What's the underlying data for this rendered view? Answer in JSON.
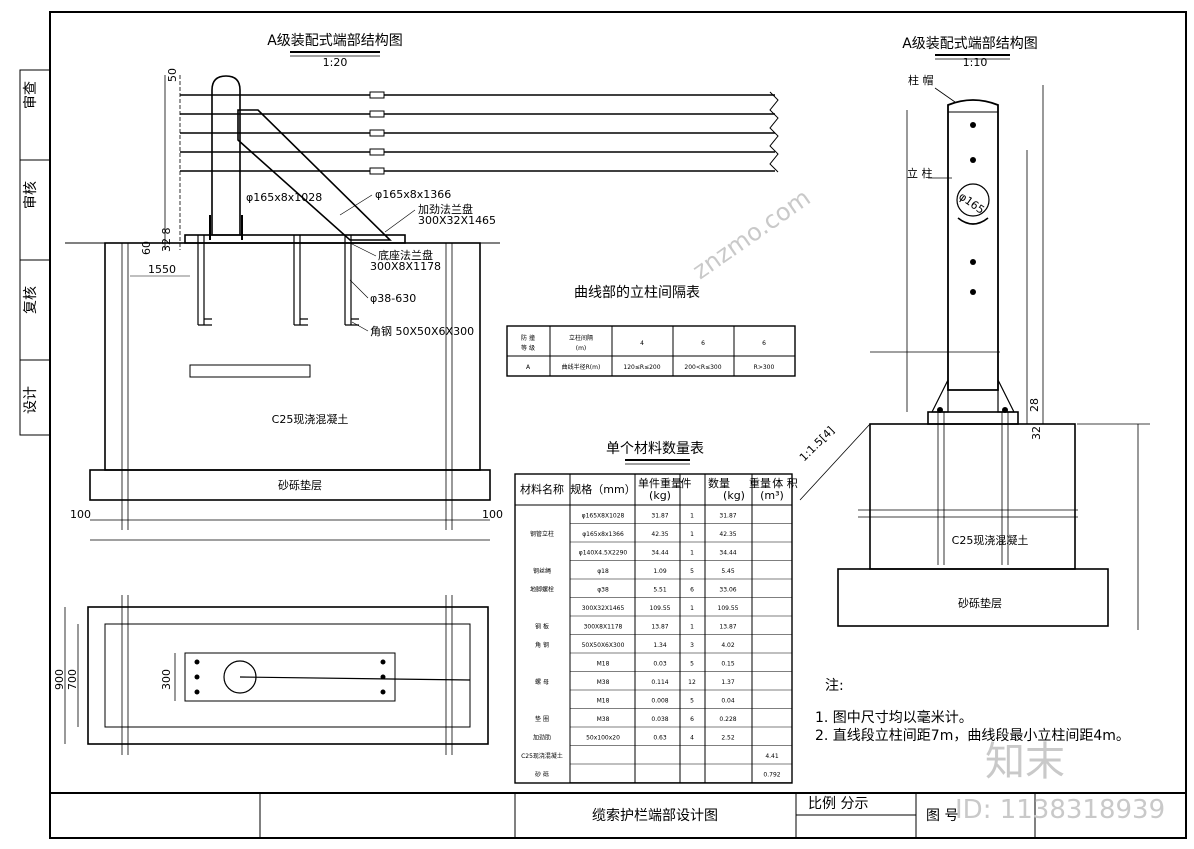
{
  "sidebar": {
    "labels": [
      "审查",
      "审核",
      "复核",
      "设计"
    ]
  },
  "left_view": {
    "title": "A级装配式端部结构图",
    "scale": "1:20",
    "dim_50": "50",
    "dim_60": "60",
    "dim_32_8": "32 8",
    "dim_1550": "1550",
    "dim_100_left": "100",
    "dim_100_right": "100",
    "label_post1": "φ165x8x1028",
    "label_post2": "φ165x8x1366",
    "label_flange": "加劲法兰盘",
    "label_flange_size": "300X32X1465",
    "label_base_flange": "底座法兰盘",
    "label_base_size": "300X8X1178",
    "label_bolt": "φ38-630",
    "label_angle": "角钢 50X50X6X300",
    "concrete": "C25现浇混凝土",
    "gravel": "砂砾垫层",
    "plan_dim_900": "900",
    "plan_dim_700": "700",
    "plan_dim_300": "300"
  },
  "right_view": {
    "title": "A级装配式端部结构图",
    "scale": "1:10",
    "cap": "柱 帽",
    "post": "立 柱",
    "diameter": "φ165",
    "dim_28": "28",
    "dim_32": "32",
    "slope": "1:1.5[4]",
    "concrete": "C25现浇混凝土",
    "gravel": "砂砾垫层"
  },
  "spacing_table": {
    "title": "曲线部的立柱间隔表",
    "h1a": "防 撞",
    "h1b": "等 级",
    "h2a": "立柱间隔",
    "h2b": "(m)",
    "cols": [
      "4",
      "6",
      "6"
    ],
    "row_grade": "A",
    "row_label": "曲线半径R(m)",
    "row_vals": [
      "120≤R≤200",
      "200<R≤300",
      "R>300"
    ]
  },
  "material_table": {
    "title": "单个材料数量表",
    "headers": [
      "材料名称",
      "规格（mm）",
      "单件重量",
      "(kg)",
      "件",
      "数量",
      "重量",
      "(kg)",
      "体 积",
      "(m³)"
    ],
    "rows": [
      {
        "name": "",
        "spec": "φ165X8X1028",
        "unit": "31.87",
        "qty": "1",
        "weight": "31.87",
        "vol": ""
      },
      {
        "name": "钢管立柱",
        "spec": "φ165x8x1366",
        "unit": "42.35",
        "qty": "1",
        "weight": "42.35",
        "vol": ""
      },
      {
        "name": "",
        "spec": "φ140X4.5X2290",
        "unit": "34.44",
        "qty": "1",
        "weight": "34.44",
        "vol": ""
      },
      {
        "name": "钢丝绳",
        "spec": "φ18",
        "unit": "1.09",
        "qty": "5",
        "weight": "5.45",
        "vol": ""
      },
      {
        "name": "地脚螺栓",
        "spec": "φ38",
        "unit": "5.51",
        "qty": "6",
        "weight": "33.06",
        "vol": ""
      },
      {
        "name": "",
        "spec": "300X32X1465",
        "unit": "109.55",
        "qty": "1",
        "weight": "109.55",
        "vol": ""
      },
      {
        "name": "钢 板",
        "spec": "300X8X1178",
        "unit": "13.87",
        "qty": "1",
        "weight": "13.87",
        "vol": ""
      },
      {
        "name": "角 钢",
        "spec": "50X50X6X300",
        "unit": "1.34",
        "qty": "3",
        "weight": "4.02",
        "vol": ""
      },
      {
        "name": "",
        "spec": "M18",
        "unit": "0.03",
        "qty": "5",
        "weight": "0.15",
        "vol": ""
      },
      {
        "name": "螺 母",
        "spec": "M38",
        "unit": "0.114",
        "qty": "12",
        "weight": "1.37",
        "vol": ""
      },
      {
        "name": "",
        "spec": "M18",
        "unit": "0.008",
        "qty": "5",
        "weight": "0.04",
        "vol": ""
      },
      {
        "name": "垫 圈",
        "spec": "M38",
        "unit": "0.038",
        "qty": "6",
        "weight": "0.228",
        "vol": ""
      },
      {
        "name": "加劲肋",
        "spec": "50x100x20",
        "unit": "0.63",
        "qty": "4",
        "weight": "2.52",
        "vol": ""
      },
      {
        "name": "C25现浇混凝土",
        "spec": "",
        "unit": "",
        "qty": "",
        "weight": "",
        "vol": "4.41"
      },
      {
        "name": "砂 砾",
        "spec": "",
        "unit": "",
        "qty": "",
        "weight": "",
        "vol": "0.792"
      }
    ]
  },
  "notes": {
    "title": "注:",
    "items": [
      "1. 图中尺寸均以毫米计。",
      "2. 直线段立柱间距7m，曲线段最小立柱间距4m。"
    ]
  },
  "title_block": {
    "drawing_title": "缆索护栏端部设计图",
    "scale_label": "比例 分示",
    "sheet_label": "图 号"
  },
  "watermark": {
    "id_text": "ID: 1138318939",
    "brand": "知末",
    "diag": "znzmo.com"
  }
}
